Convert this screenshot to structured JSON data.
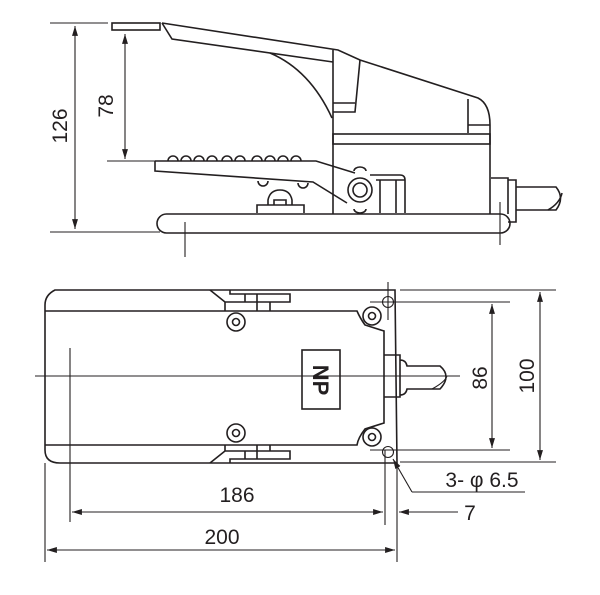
{
  "diagram": {
    "title": "Foot switch dimensional drawing",
    "side_view": {
      "overall_height_label": "126",
      "pedal_travel_label": "78"
    },
    "plan_view": {
      "nameplate_label": "NP",
      "mount_hole_spacing_label": "86",
      "body_width_label": "100",
      "mount_holes_label": "3- φ 6.5",
      "hole_distance_label": "186",
      "offset_label": "7",
      "overall_length_label": "200"
    },
    "line_color": "#231f20"
  }
}
